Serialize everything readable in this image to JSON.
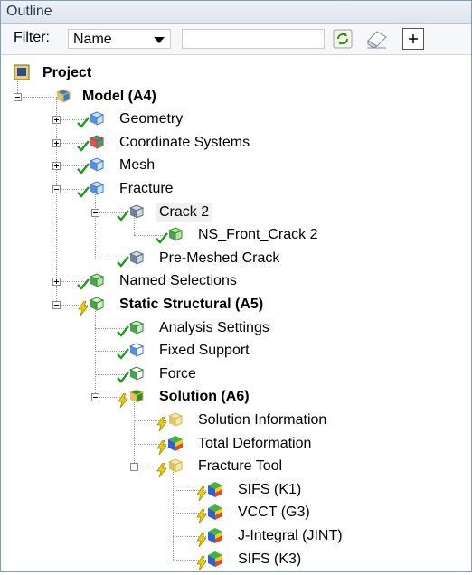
{
  "panel": {
    "title": "Outline"
  },
  "toolbar": {
    "filter_label": "Filter:",
    "filter_value": "Name",
    "search_placeholder": "",
    "refresh_icon": "refresh-icon",
    "eraser_icon": "eraser-icon",
    "expand_icon": "expand-all-icon"
  },
  "tree": [
    {
      "label": "Project",
      "bold": true,
      "icon": "project-icon"
    },
    {
      "label": "Model (A4)",
      "bold": true,
      "icon": "model-icon"
    },
    {
      "label": "Geometry",
      "icon": "geometry-icon",
      "status": "check"
    },
    {
      "label": "Coordinate Systems",
      "icon": "coordinate-systems-icon",
      "status": "check"
    },
    {
      "label": "Mesh",
      "icon": "mesh-icon",
      "status": "check"
    },
    {
      "label": "Fracture",
      "icon": "fracture-icon",
      "status": "check"
    },
    {
      "label": "Crack 2",
      "icon": "crack-icon",
      "status": "check",
      "selected": true
    },
    {
      "label": "NS_Front_Crack 2",
      "icon": "named-selection-icon",
      "status": "check"
    },
    {
      "label": "Pre-Meshed Crack",
      "icon": "pre-meshed-crack-icon",
      "status": "check"
    },
    {
      "label": "Named Selections",
      "icon": "named-selections-icon",
      "status": "check"
    },
    {
      "label": "Static Structural (A5)",
      "bold": true,
      "icon": "static-structural-icon",
      "status": "lightning"
    },
    {
      "label": "Analysis Settings",
      "icon": "analysis-settings-icon",
      "status": "check"
    },
    {
      "label": "Fixed Support",
      "icon": "fixed-support-icon",
      "status": "check"
    },
    {
      "label": "Force",
      "icon": "force-icon",
      "status": "check"
    },
    {
      "label": "Solution (A6)",
      "bold": true,
      "icon": "solution-icon",
      "status": "lightning"
    },
    {
      "label": "Solution Information",
      "icon": "solution-information-icon",
      "status": "lightning"
    },
    {
      "label": "Total Deformation",
      "icon": "total-deformation-icon",
      "status": "lightning"
    },
    {
      "label": "Fracture Tool",
      "icon": "fracture-tool-icon",
      "status": "lightning"
    },
    {
      "label": "SIFS (K1)",
      "icon": "result-icon",
      "status": "lightning"
    },
    {
      "label": "VCCT (G3)",
      "icon": "result-icon",
      "status": "lightning"
    },
    {
      "label": "J-Integral (JINT)",
      "icon": "result-icon",
      "status": "lightning"
    },
    {
      "label": "SIFS (K3)",
      "icon": "result-icon",
      "status": "lightning"
    }
  ]
}
